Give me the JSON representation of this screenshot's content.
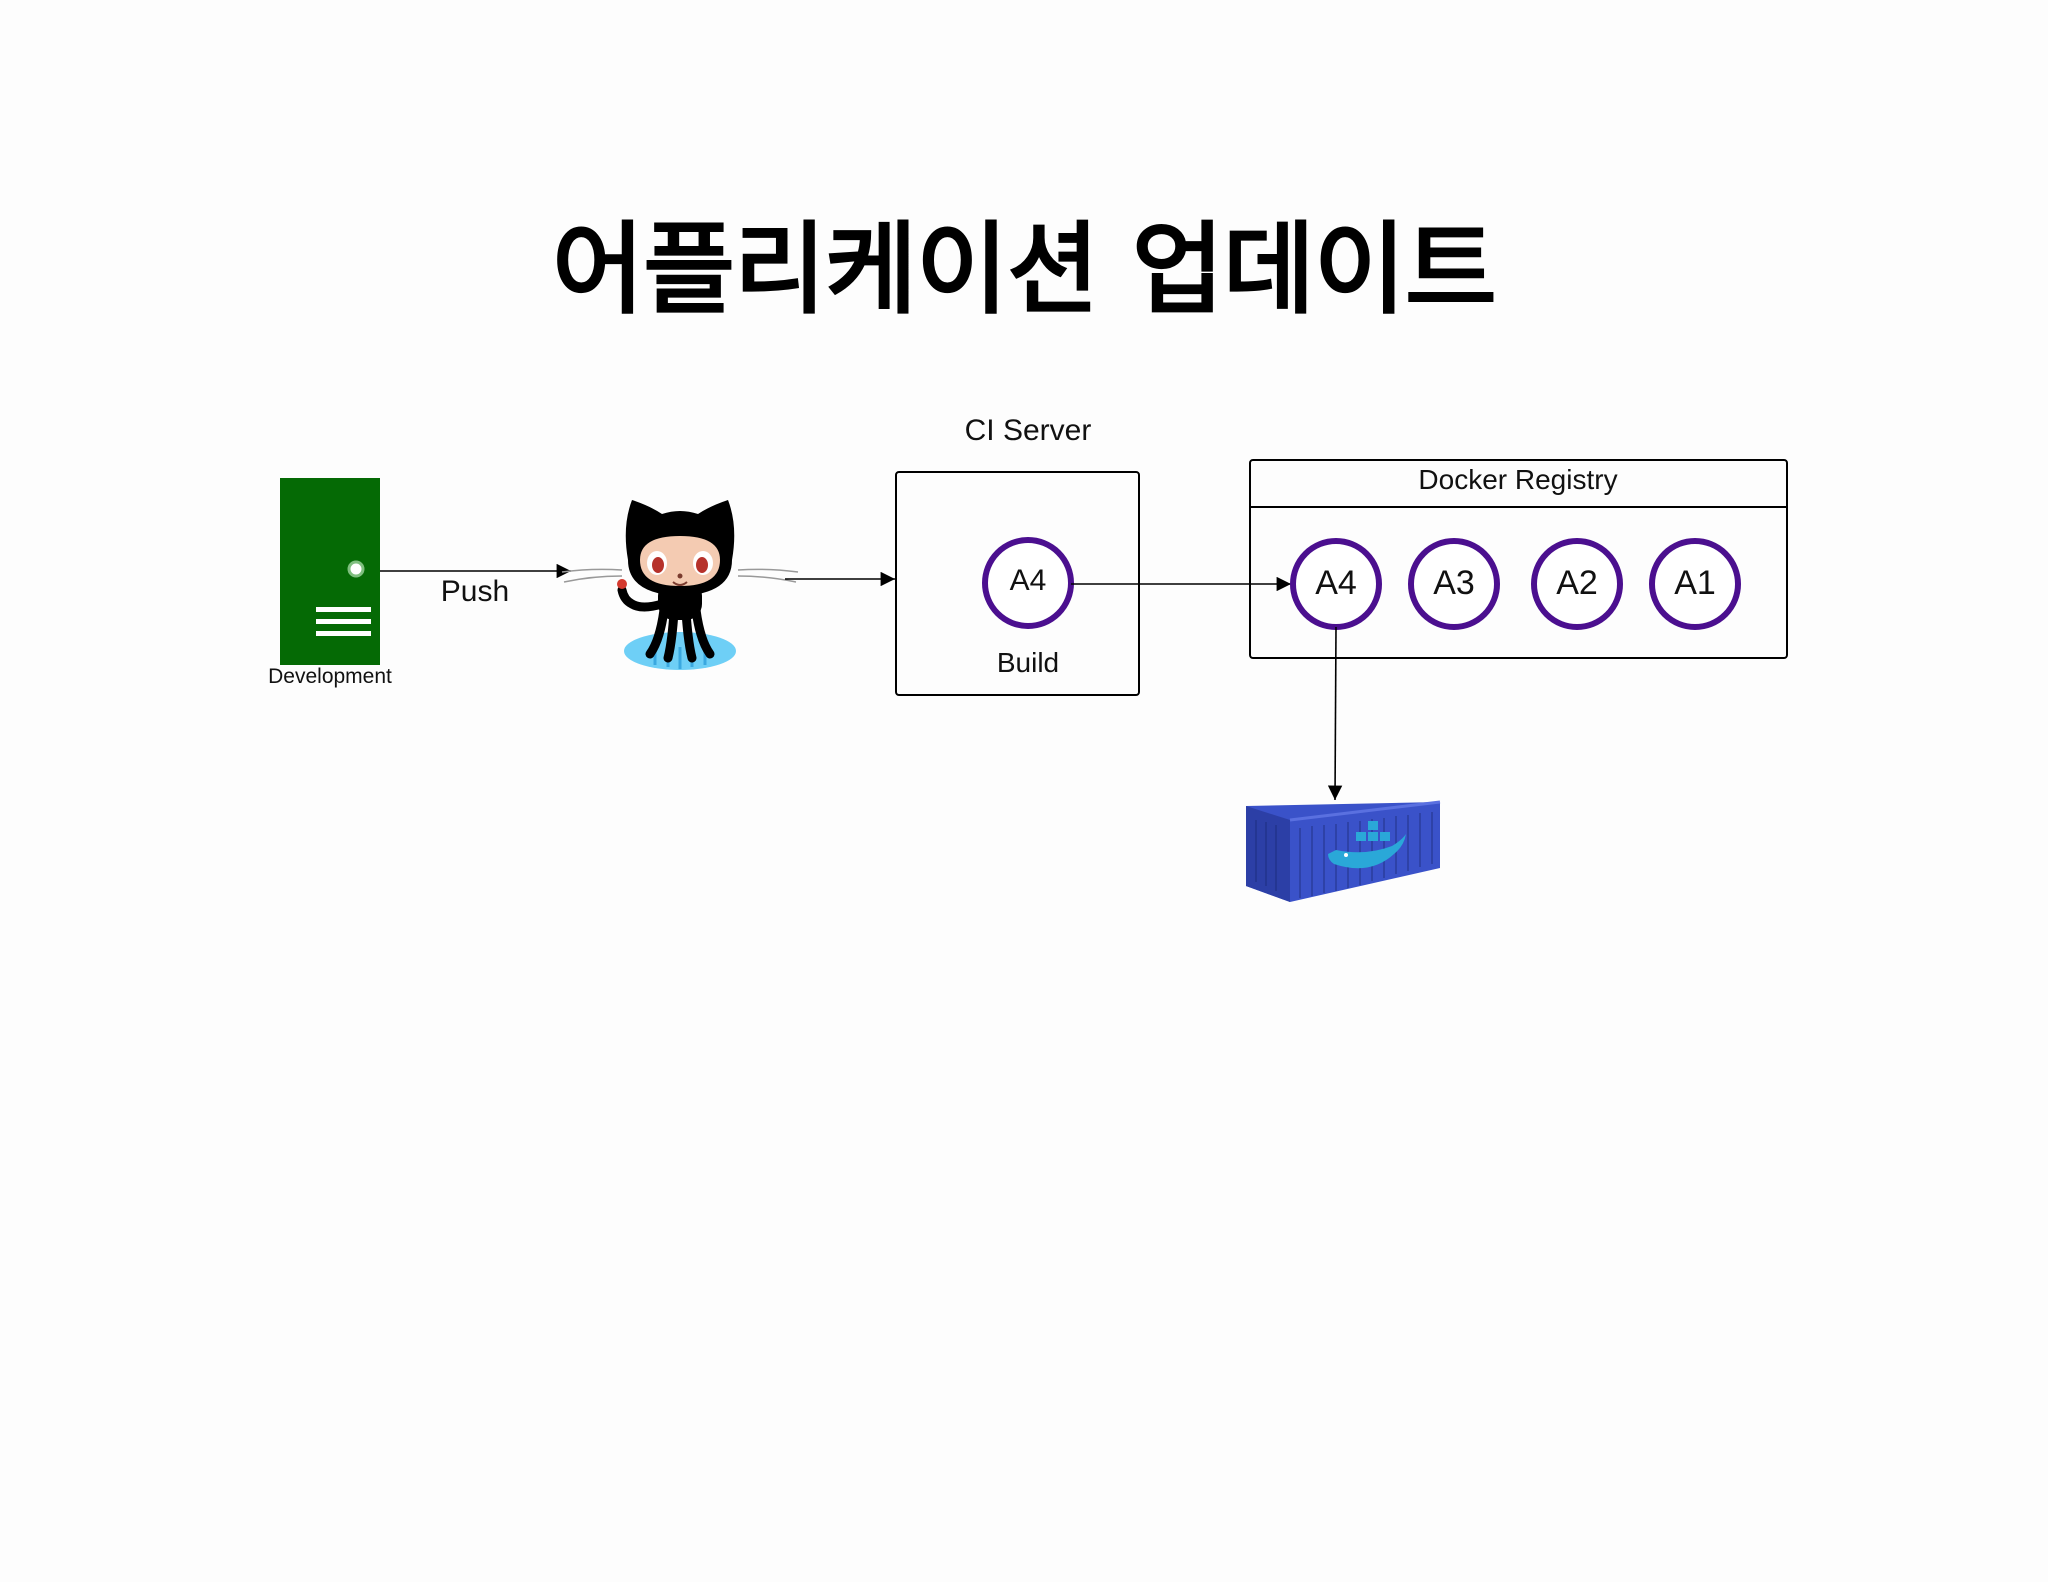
{
  "title": "어플리케이션 업데이트",
  "development": {
    "label": "Development"
  },
  "push_label": "Push",
  "ci_server": {
    "title": "CI Server",
    "artifact": "A4",
    "step": "Build"
  },
  "registry": {
    "title": "Docker Registry",
    "images": [
      "A4",
      "A3",
      "A2",
      "A1"
    ]
  },
  "colors": {
    "server_green": "#056a05",
    "circle_stroke": "#4b0f8f",
    "container_blue": "#3a52c9",
    "whale": "#2aa8d8",
    "pool": "#6ecff6"
  },
  "icons": {
    "development": "server-icon",
    "github": "octocat-icon",
    "container": "docker-container-icon"
  }
}
